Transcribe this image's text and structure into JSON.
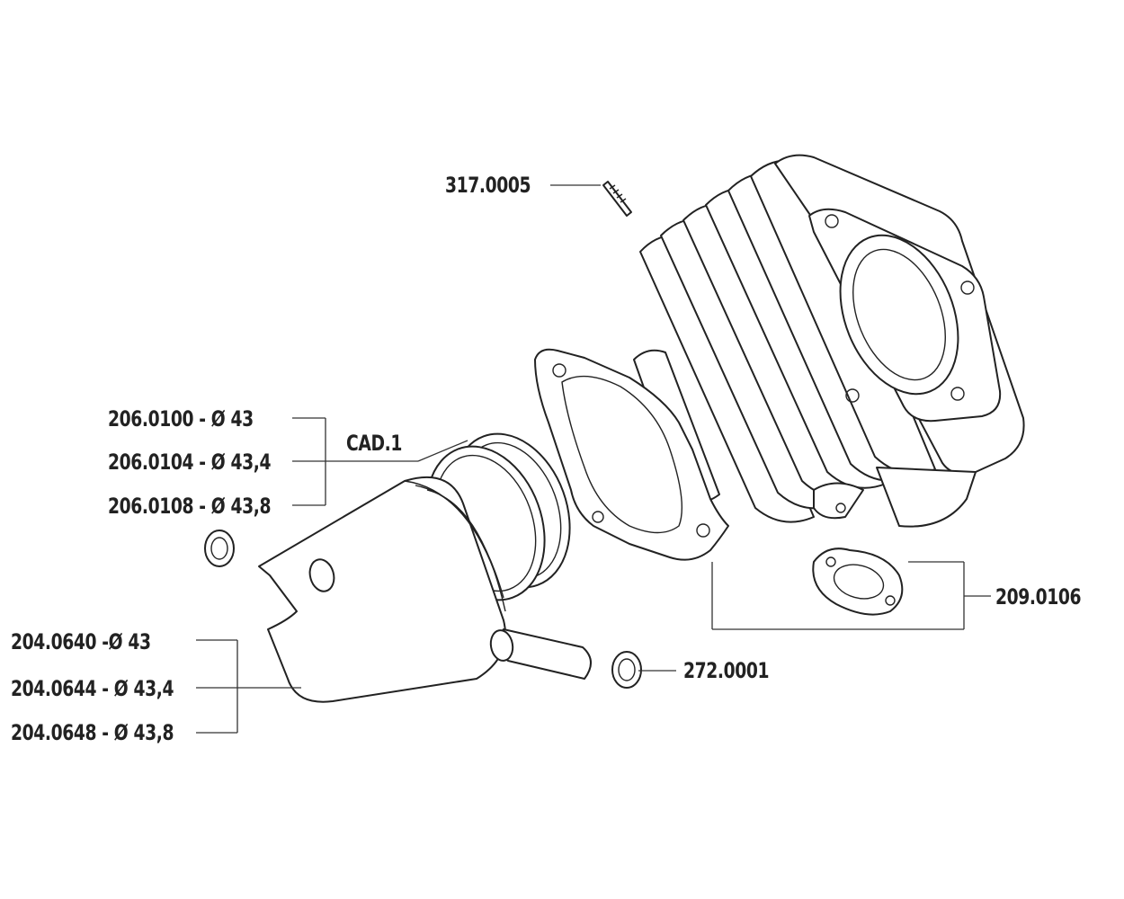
{
  "labels": {
    "stud": "317.0005",
    "ring_cad": "CAD.1",
    "ring_1": "206.0100 - Ø 43",
    "ring_2": "206.0104 - Ø 43,4",
    "ring_3": "206.0108 - Ø 43,8",
    "gasket": "209.0106",
    "piston_1": "204.0640 -Ø 43",
    "piston_2": "204.0644 - Ø 43,4",
    "piston_3": "204.0648 - Ø 43,8",
    "clip": "272.0001"
  }
}
